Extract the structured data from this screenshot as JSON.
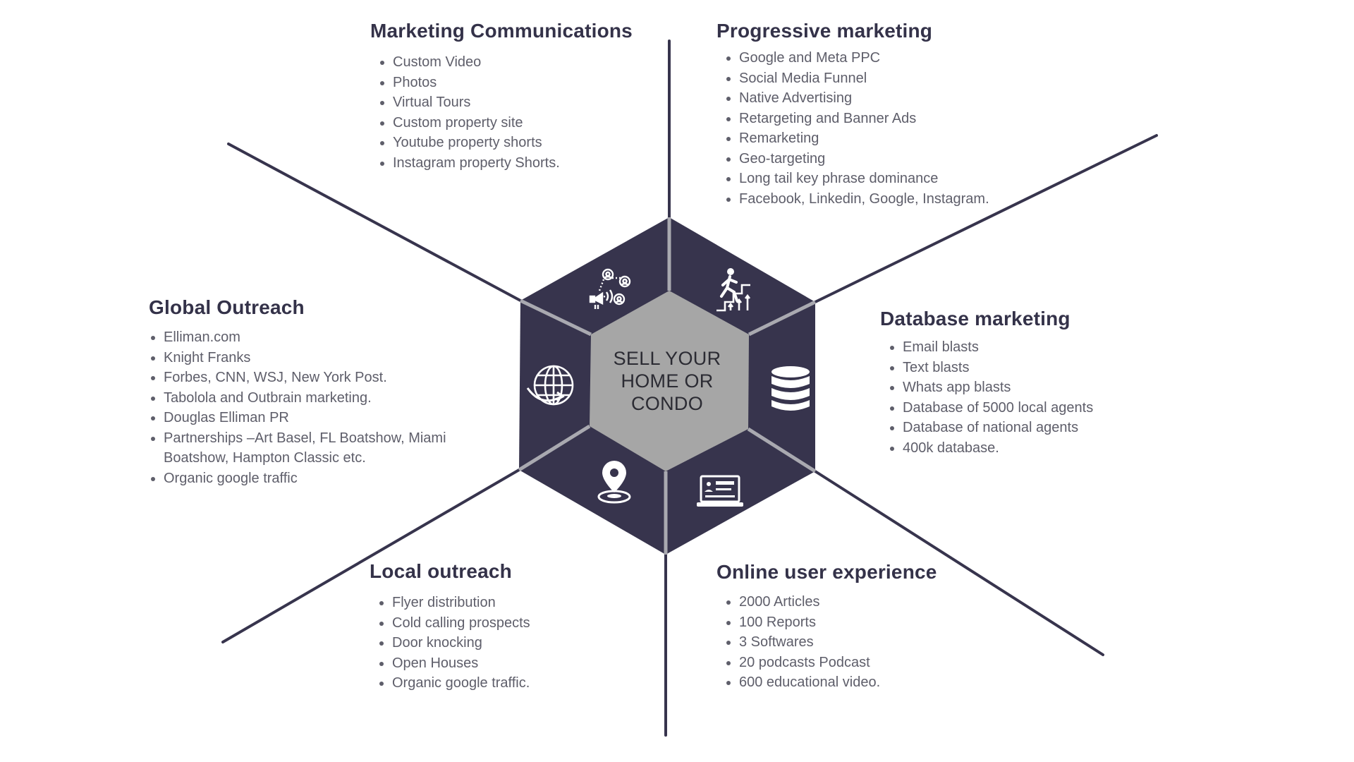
{
  "center": {
    "lines": [
      "SELL YOUR",
      "HOME OR",
      "CONDO"
    ]
  },
  "sections": {
    "marketing_communications": {
      "title": "Marketing Communications",
      "items": [
        "Custom Video",
        "Photos",
        "Virtual Tours",
        "Custom property site",
        "Youtube property shorts",
        "Instagram property Shorts."
      ],
      "icon": "marketing-network-icon"
    },
    "progressive_marketing": {
      "title": "Progressive marketing",
      "items": [
        "Google and Meta PPC",
        "Social Media Funnel",
        "Native Advertising",
        "Retargeting and Banner Ads",
        "Remarketing",
        "Geo-targeting",
        "Long tail key phrase dominance",
        "Facebook, Linkedin, Google, Instagram."
      ],
      "icon": "climbing-stairs-icon"
    },
    "database_marketing": {
      "title": "Database marketing",
      "items": [
        "Email blasts",
        "Text blasts",
        "Whats app blasts",
        "Database of 5000 local agents",
        "Database of national agents",
        "400k database."
      ],
      "icon": "database-icon"
    },
    "online_user_experience": {
      "title": "Online user experience",
      "items": [
        "2000 Articles",
        "100 Reports",
        "3 Softwares",
        "20 podcasts Podcast",
        "600 educational video."
      ],
      "icon": "laptop-profile-icon"
    },
    "local_outreach": {
      "title": "Local outreach",
      "items": [
        "Flyer distribution",
        "Cold calling prospects",
        "Door knocking",
        "Open Houses",
        "Organic google traffic."
      ],
      "icon": "location-pin-icon"
    },
    "global_outreach": {
      "title": "Global Outreach",
      "items": [
        "Elliman.com",
        "Knight Franks",
        "Forbes, CNN, WSJ, New York Post.",
        "Tabolola and Outbrain marketing.",
        "Douglas Elliman PR",
        "Partnerships –Art Basel, FL Boatshow, Miami Boatshow, Hampton Classic etc.",
        "Organic google traffic"
      ],
      "icon": "globe-icon"
    }
  },
  "colors": {
    "dark": "#37344d",
    "center": "#a6a6a6",
    "divider": "#a9a9b0",
    "line": "#37344d",
    "title": "#343249",
    "text": "#5e5e6a"
  }
}
